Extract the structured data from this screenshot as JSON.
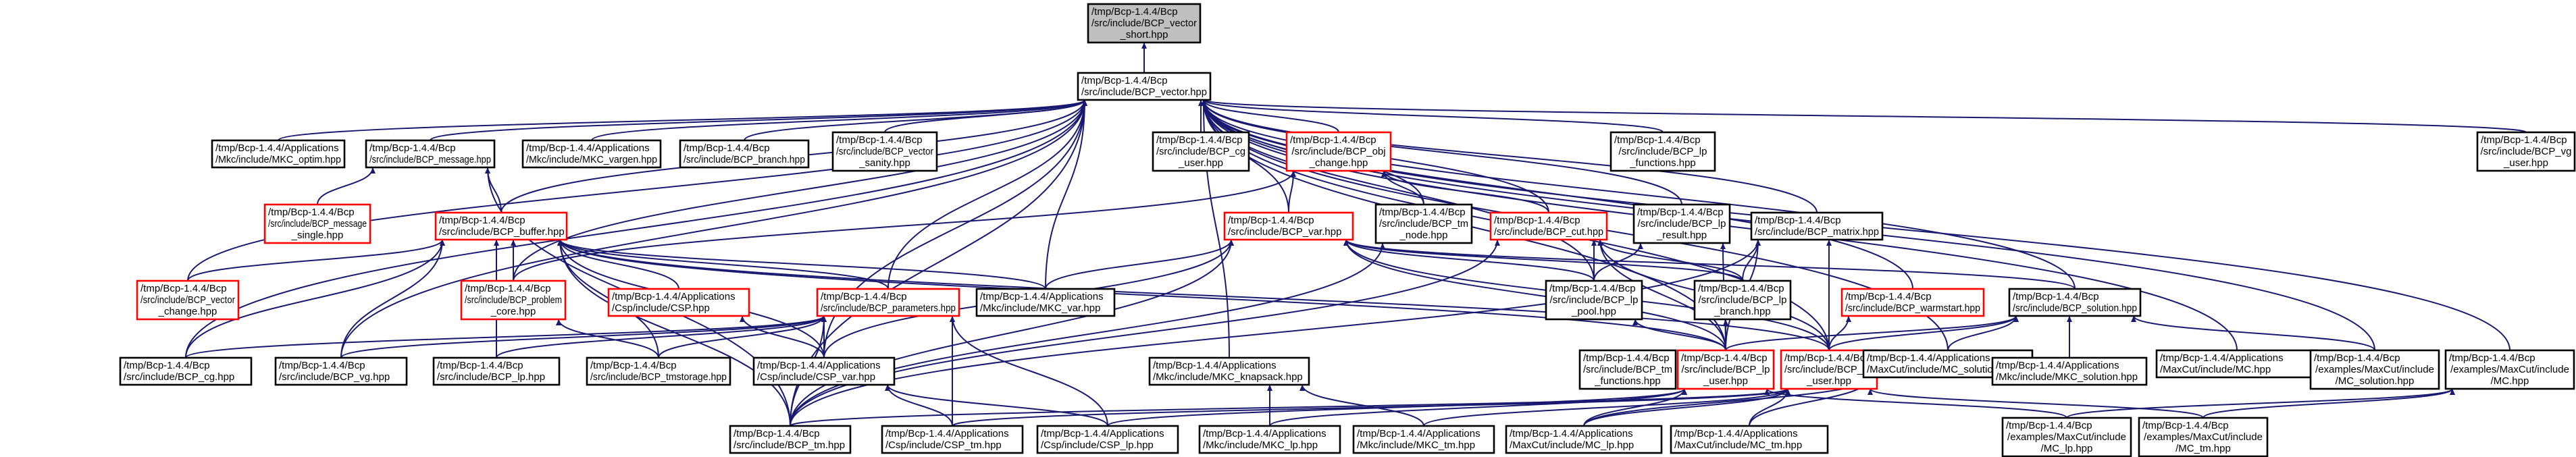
{
  "colors": {
    "edge": "#191970",
    "box_stroke_black": "#000000",
    "box_stroke_red": "#ff0000",
    "box_fill_root": "#bfbfbf",
    "box_fill": "#ffffff",
    "text": "#000000"
  },
  "nodes": [
    {
      "id": "root",
      "lines": [
        "/tmp/Bcp-1.4.4/Bcp",
        "/src/include/BCP_vector",
        "_short.hpp"
      ],
      "border": "black",
      "root": true
    },
    {
      "id": "vector",
      "lines": [
        "/tmp/Bcp-1.4.4/Bcp",
        "/src/include/BCP_vector.hpp"
      ],
      "border": "black"
    },
    {
      "id": "mkc_optim",
      "lines": [
        "/tmp/Bcp-1.4.4/Applications",
        "/Mkc/include/MKC_optim.hpp"
      ],
      "border": "black"
    },
    {
      "id": "message",
      "lines": [
        "/tmp/Bcp-1.4.4/Bcp",
        "/src/include/BCP_message.hpp"
      ],
      "border": "black"
    },
    {
      "id": "mkc_vargen",
      "lines": [
        "/tmp/Bcp-1.4.4/Applications",
        "/Mkc/include/MKC_vargen.hpp"
      ],
      "border": "black"
    },
    {
      "id": "branch",
      "lines": [
        "/tmp/Bcp-1.4.4/Bcp",
        "/src/include/BCP_branch.hpp"
      ],
      "border": "black"
    },
    {
      "id": "vector_sanity",
      "lines": [
        "/tmp/Bcp-1.4.4/Bcp",
        "/src/include/BCP_vector",
        "_sanity.hpp"
      ],
      "border": "black"
    },
    {
      "id": "cg_user",
      "lines": [
        "/tmp/Bcp-1.4.4/Bcp",
        "/src/include/BCP_cg",
        "_user.hpp"
      ],
      "border": "black"
    },
    {
      "id": "obj_change",
      "lines": [
        "/tmp/Bcp-1.4.4/Bcp",
        "/src/include/BCP_obj",
        "_change.hpp"
      ],
      "border": "red"
    },
    {
      "id": "lp_functions",
      "lines": [
        "/tmp/Bcp-1.4.4/Bcp",
        "/src/include/BCP_lp",
        "_functions.hpp"
      ],
      "border": "black"
    },
    {
      "id": "vg_user",
      "lines": [
        "/tmp/Bcp-1.4.4/Bcp",
        "/src/include/BCP_vg",
        "_user.hpp"
      ],
      "border": "black"
    },
    {
      "id": "message_single",
      "lines": [
        "/tmp/Bcp-1.4.4/Bcp",
        "/src/include/BCP_message",
        "_single.hpp"
      ],
      "border": "red"
    },
    {
      "id": "buffer",
      "lines": [
        "/tmp/Bcp-1.4.4/Bcp",
        "/src/include/BCP_buffer.hpp"
      ],
      "border": "red"
    },
    {
      "id": "var",
      "lines": [
        "/tmp/Bcp-1.4.4/Bcp",
        "/src/include/BCP_var.hpp"
      ],
      "border": "red"
    },
    {
      "id": "tm_node",
      "lines": [
        "/tmp/Bcp-1.4.4/Bcp",
        "/src/include/BCP_tm",
        "_node.hpp"
      ],
      "border": "black"
    },
    {
      "id": "cut",
      "lines": [
        "/tmp/Bcp-1.4.4/Bcp",
        "/src/include/BCP_cut.hpp"
      ],
      "border": "red"
    },
    {
      "id": "lp_result",
      "lines": [
        "/tmp/Bcp-1.4.4/Bcp",
        "/src/include/BCP_lp",
        "_result.hpp"
      ],
      "border": "black"
    },
    {
      "id": "matrix",
      "lines": [
        "/tmp/Bcp-1.4.4/Bcp",
        "/src/include/BCP_matrix.hpp"
      ],
      "border": "black"
    },
    {
      "id": "vector_change",
      "lines": [
        "/tmp/Bcp-1.4.4/Bcp",
        "/src/include/BCP_vector",
        "_change.hpp"
      ],
      "border": "red"
    },
    {
      "id": "problem_core",
      "lines": [
        "/tmp/Bcp-1.4.4/Bcp",
        "/src/include/BCP_problem",
        "_core.hpp"
      ],
      "border": "red"
    },
    {
      "id": "csp",
      "lines": [
        "/tmp/Bcp-1.4.4/Applications",
        "/Csp/include/CSP.hpp"
      ],
      "border": "red"
    },
    {
      "id": "mkc_var",
      "lines": [
        "/tmp/Bcp-1.4.4/Applications",
        "/Mkc/include/MKC_var.hpp"
      ],
      "border": "black"
    },
    {
      "id": "parameters",
      "lines": [
        "/tmp/Bcp-1.4.4/Bcp",
        "/src/include/BCP_parameters.hpp"
      ],
      "border": "red"
    },
    {
      "id": "lp_pool",
      "lines": [
        "/tmp/Bcp-1.4.4/Bcp",
        "/src/include/BCP_lp",
        "_pool.hpp"
      ],
      "border": "black"
    },
    {
      "id": "lp_branch",
      "lines": [
        "/tmp/Bcp-1.4.4/Bcp",
        "/src/include/BCP_lp",
        "_branch.hpp"
      ],
      "border": "black"
    },
    {
      "id": "warmstart",
      "lines": [
        "/tmp/Bcp-1.4.4/Bcp",
        "/src/include/BCP_warmstart.hpp"
      ],
      "border": "red"
    },
    {
      "id": "solution",
      "lines": [
        "/tmp/Bcp-1.4.4/Bcp",
        "/src/include/BCP_solution.hpp"
      ],
      "border": "black"
    },
    {
      "id": "cg",
      "lines": [
        "/tmp/Bcp-1.4.4/Bcp",
        "/src/include/BCP_cg.hpp"
      ],
      "border": "black"
    },
    {
      "id": "vg",
      "lines": [
        "/tmp/Bcp-1.4.4/Bcp",
        "/src/include/BCP_vg.hpp"
      ],
      "border": "black"
    },
    {
      "id": "lp",
      "lines": [
        "/tmp/Bcp-1.4.4/Bcp",
        "/src/include/BCP_lp.hpp"
      ],
      "border": "black"
    },
    {
      "id": "tmstorage",
      "lines": [
        "/tmp/Bcp-1.4.4/Bcp",
        "/src/include/BCP_tmstorage.hpp"
      ],
      "border": "black"
    },
    {
      "id": "csp_var",
      "lines": [
        "/tmp/Bcp-1.4.4/Applications",
        "/Csp/include/CSP_var.hpp"
      ],
      "border": "black"
    },
    {
      "id": "mkc_knapsack",
      "lines": [
        "/tmp/Bcp-1.4.4/Applications",
        "/Mkc/include/MKC_knapsack.hpp"
      ],
      "border": "black"
    },
    {
      "id": "tm_functions",
      "lines": [
        "/tmp/Bcp-1.4.4/Bcp",
        "/src/include/BCP_tm",
        "_functions.hpp"
      ],
      "border": "black"
    },
    {
      "id": "lp_user",
      "lines": [
        "/tmp/Bcp-1.4.4/Bcp",
        "/src/include/BCP_lp",
        "_user.hpp"
      ],
      "border": "red"
    },
    {
      "id": "tm_user",
      "lines": [
        "/tmp/Bcp-1.4.4/Bcp",
        "/src/include/BCP_tm",
        "_user.hpp"
      ],
      "border": "red"
    },
    {
      "id": "mc_solution",
      "lines": [
        "/tmp/Bcp-1.4.4/Applications",
        "/MaxCut/include/MC_solution.hpp"
      ],
      "border": "black"
    },
    {
      "id": "mkc_solution",
      "lines": [
        "/tmp/Bcp-1.4.4/Applications",
        "/Mkc/include/MKC_solution.hpp"
      ],
      "border": "black"
    },
    {
      "id": "mc_hpp",
      "lines": [
        "/tmp/Bcp-1.4.4/Applications",
        "/MaxCut/include/MC.hpp"
      ],
      "border": "black"
    },
    {
      "id": "ex_mc_solution",
      "lines": [
        "/tmp/Bcp-1.4.4/Bcp",
        "/examples/MaxCut/include",
        "/MC_solution.hpp"
      ],
      "border": "black"
    },
    {
      "id": "ex_mc",
      "lines": [
        "/tmp/Bcp-1.4.4/Bcp",
        "/examples/MaxCut/include",
        "/MC.hpp"
      ],
      "border": "black"
    },
    {
      "id": "tm",
      "lines": [
        "/tmp/Bcp-1.4.4/Bcp",
        "/src/include/BCP_tm.hpp"
      ],
      "border": "black"
    },
    {
      "id": "csp_tm",
      "lines": [
        "/tmp/Bcp-1.4.4/Applications",
        "/Csp/include/CSP_tm.hpp"
      ],
      "border": "black"
    },
    {
      "id": "csp_lp",
      "lines": [
        "/tmp/Bcp-1.4.4/Applications",
        "/Csp/include/CSP_lp.hpp"
      ],
      "border": "black"
    },
    {
      "id": "mkc_lp",
      "lines": [
        "/tmp/Bcp-1.4.4/Applications",
        "/Mkc/include/MKC_lp.hpp"
      ],
      "border": "black"
    },
    {
      "id": "mkc_tm",
      "lines": [
        "/tmp/Bcp-1.4.4/Applications",
        "/Mkc/include/MKC_tm.hpp"
      ],
      "border": "black"
    },
    {
      "id": "mc_lp",
      "lines": [
        "/tmp/Bcp-1.4.4/Applications",
        "/MaxCut/include/MC_lp.hpp"
      ],
      "border": "black"
    },
    {
      "id": "mc_tm",
      "lines": [
        "/tmp/Bcp-1.4.4/Applications",
        "/MaxCut/include/MC_tm.hpp"
      ],
      "border": "black"
    },
    {
      "id": "ex_mc_lp",
      "lines": [
        "/tmp/Bcp-1.4.4/Bcp",
        "/examples/MaxCut/include",
        "/MC_lp.hpp"
      ],
      "border": "black"
    },
    {
      "id": "ex_mc_tm",
      "lines": [
        "/tmp/Bcp-1.4.4/Bcp",
        "/examples/MaxCut/include",
        "/MC_tm.hpp"
      ],
      "border": "black"
    }
  ],
  "edges": [
    [
      "vector",
      "root"
    ],
    [
      "mkc_optim",
      "vector"
    ],
    [
      "message",
      "vector"
    ],
    [
      "mkc_vargen",
      "vector"
    ],
    [
      "branch",
      "vector"
    ],
    [
      "vector_sanity",
      "vector"
    ],
    [
      "cg_user",
      "vector"
    ],
    [
      "obj_change",
      "vector"
    ],
    [
      "lp_functions",
      "vector"
    ],
    [
      "vg_user",
      "vector"
    ],
    [
      "buffer",
      "vector"
    ],
    [
      "var",
      "vector"
    ],
    [
      "tm_node",
      "vector"
    ],
    [
      "cut",
      "vector"
    ],
    [
      "lp_result",
      "vector"
    ],
    [
      "matrix",
      "vector"
    ],
    [
      "vector_change",
      "vector"
    ],
    [
      "problem_core",
      "vector"
    ],
    [
      "mkc_var",
      "vector"
    ],
    [
      "parameters",
      "vector"
    ],
    [
      "lp_pool",
      "vector"
    ],
    [
      "warmstart",
      "vector"
    ],
    [
      "solution",
      "vector"
    ],
    [
      "cg",
      "vector"
    ],
    [
      "vg",
      "vector"
    ],
    [
      "csp_var",
      "vector"
    ],
    [
      "mkc_knapsack",
      "vector"
    ],
    [
      "lp_user",
      "vector"
    ],
    [
      "tm_user",
      "vector"
    ],
    [
      "mc_solution",
      "vector"
    ],
    [
      "mc_hpp",
      "vector"
    ],
    [
      "ex_mc_solution",
      "vector"
    ],
    [
      "ex_mc",
      "vector"
    ],
    [
      "tm",
      "vector"
    ],
    [
      "message_single",
      "message"
    ],
    [
      "buffer",
      "message"
    ],
    [
      "tm",
      "message"
    ],
    [
      "var",
      "obj_change"
    ],
    [
      "cut",
      "obj_change"
    ],
    [
      "tm_node",
      "obj_change"
    ],
    [
      "problem_core",
      "obj_change"
    ],
    [
      "vector_change",
      "buffer"
    ],
    [
      "problem_core",
      "buffer"
    ],
    [
      "csp",
      "buffer"
    ],
    [
      "parameters",
      "buffer"
    ],
    [
      "mkc_var",
      "buffer"
    ],
    [
      "cg",
      "buffer"
    ],
    [
      "vg",
      "buffer"
    ],
    [
      "lp",
      "buffer"
    ],
    [
      "tmstorage",
      "buffer"
    ],
    [
      "tm",
      "buffer"
    ],
    [
      "lp_user",
      "buffer"
    ],
    [
      "tm_user",
      "buffer"
    ],
    [
      "csp_var",
      "buffer"
    ],
    [
      "mkc_var",
      "var"
    ],
    [
      "lp_pool",
      "var"
    ],
    [
      "lp_branch",
      "var"
    ],
    [
      "solution",
      "var"
    ],
    [
      "csp_var",
      "var"
    ],
    [
      "lp_user",
      "var"
    ],
    [
      "tm_user",
      "var"
    ],
    [
      "tm",
      "var"
    ],
    [
      "lp_pool",
      "cut"
    ],
    [
      "lp_branch",
      "cut"
    ],
    [
      "lp_user",
      "cut"
    ],
    [
      "tm_user",
      "cut"
    ],
    [
      "tm",
      "cut"
    ],
    [
      "lp_pool",
      "lp_result"
    ],
    [
      "lp_user",
      "lp_result"
    ],
    [
      "lp_branch",
      "matrix"
    ],
    [
      "lp_user",
      "matrix"
    ],
    [
      "tm_user",
      "matrix"
    ],
    [
      "tm",
      "matrix"
    ],
    [
      "tmstorage",
      "problem_core"
    ],
    [
      "csp_var",
      "csp"
    ],
    [
      "tm",
      "tm_node"
    ],
    [
      "cg",
      "parameters"
    ],
    [
      "vg",
      "parameters"
    ],
    [
      "lp",
      "parameters"
    ],
    [
      "tmstorage",
      "parameters"
    ],
    [
      "csp_tm",
      "parameters"
    ],
    [
      "csp_lp",
      "parameters"
    ],
    [
      "tm",
      "parameters"
    ],
    [
      "csp_var",
      "parameters"
    ],
    [
      "lp_user",
      "lp_pool"
    ],
    [
      "lp_user",
      "lp_branch"
    ],
    [
      "tm_user",
      "warmstart"
    ],
    [
      "lp_user",
      "solution"
    ],
    [
      "tm_user",
      "solution"
    ],
    [
      "mc_solution",
      "solution"
    ],
    [
      "mkc_solution",
      "solution"
    ],
    [
      "ex_mc_solution",
      "solution"
    ],
    [
      "csp_tm",
      "csp_var"
    ],
    [
      "csp_lp",
      "csp_var"
    ],
    [
      "mkc_lp",
      "mkc_knapsack"
    ],
    [
      "mkc_tm",
      "mkc_knapsack"
    ],
    [
      "tm",
      "tm_user"
    ],
    [
      "mc_lp",
      "tm_user"
    ],
    [
      "mc_tm",
      "tm_user"
    ],
    [
      "ex_mc_tm",
      "tm_user"
    ],
    [
      "mkc_tm",
      "tm_user"
    ],
    [
      "csp_tm",
      "tm_user"
    ],
    [
      "mc_lp",
      "lp_user"
    ],
    [
      "mkc_lp",
      "lp_user"
    ],
    [
      "ex_mc_lp",
      "lp_user"
    ],
    [
      "csp_lp",
      "lp_user"
    ],
    [
      "mc_lp",
      "mc_solution"
    ],
    [
      "mc_tm",
      "mc_solution"
    ],
    [
      "ex_mc_lp",
      "ex_mc"
    ],
    [
      "ex_mc_tm",
      "ex_mc"
    ]
  ]
}
